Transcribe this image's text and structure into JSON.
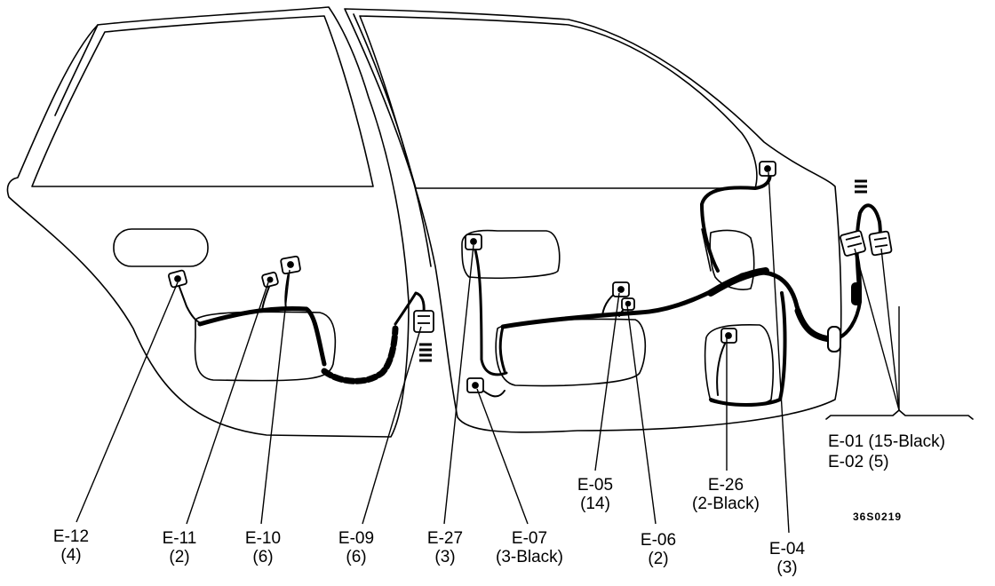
{
  "labels": {
    "e12": {
      "name": "E-12",
      "pins": "(4)"
    },
    "e11": {
      "name": "E-11",
      "pins": "(2)"
    },
    "e10": {
      "name": "E-10",
      "pins": "(6)"
    },
    "e09": {
      "name": "E-09",
      "pins": "(6)"
    },
    "e27": {
      "name": "E-27",
      "pins": "(3)"
    },
    "e07": {
      "name": "E-07",
      "pins": "(3-Black)"
    },
    "e06": {
      "name": "E-06",
      "pins": "(2)"
    },
    "e05": {
      "name": "E-05",
      "pins": "(14)"
    },
    "e26": {
      "name": "E-26",
      "pins": "(2-Black)"
    },
    "e04": {
      "name": "E-04",
      "pins": "(3)"
    },
    "e01": {
      "text": "E-01 (15-Black)"
    },
    "e02": {
      "text": "E-02 (5)"
    }
  },
  "figure_code": "36S0219"
}
